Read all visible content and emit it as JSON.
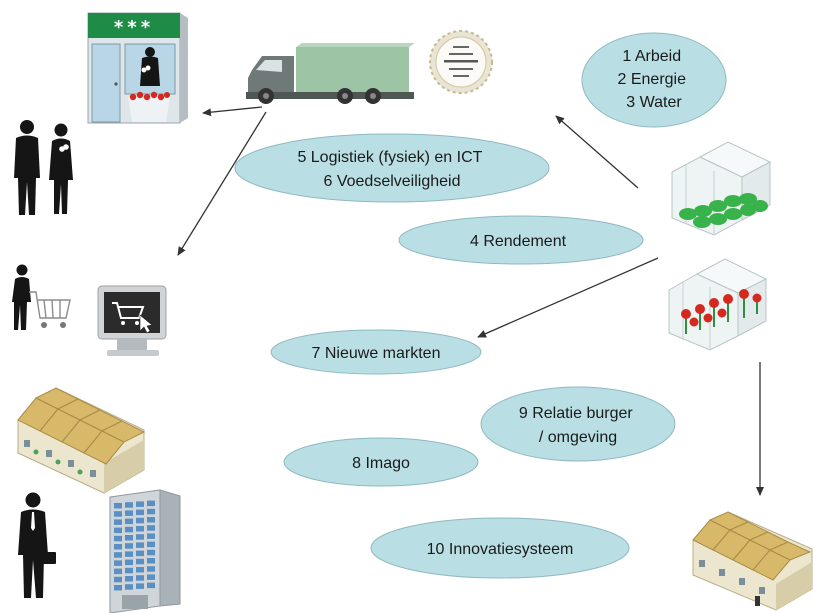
{
  "colors": {
    "ellipse_fill": "#b9dfe4",
    "ellipse_stroke": "#8fb8c0",
    "arrow": "#333333",
    "truck_cargo": "#9ec4a6",
    "truck_cab": "#6f7a78",
    "shop_green": "#1e8c47",
    "building_blue": "#5a8fc4",
    "house_roof": "#d8b96a",
    "plant_green": "#38b24a",
    "flower_red": "#d5281e",
    "person_dark": "#151515"
  },
  "shop_sign": "***",
  "ellipses": [
    {
      "id": "arbeid",
      "lines": [
        "1 Arbeid",
        "2 Energie",
        "3 Water"
      ]
    },
    {
      "id": "logistiek",
      "lines": [
        "5 Logistiek (fysiek) en ICT",
        "6 Voedselveiligheid"
      ]
    },
    {
      "id": "rendement",
      "lines": [
        "4 Rendement"
      ]
    },
    {
      "id": "markten",
      "lines": [
        "7 Nieuwe markten"
      ]
    },
    {
      "id": "relatie",
      "lines": [
        "9 Relatie burger",
        "/ omgeving"
      ]
    },
    {
      "id": "imago",
      "lines": [
        "8 Imago"
      ]
    },
    {
      "id": "innovatie",
      "lines": [
        "10 Innovatiesysteem"
      ]
    }
  ],
  "icons": [
    "flower-shop-icon",
    "truck-icon",
    "quality-seal-icon",
    "business-people-icon",
    "shopper-cart-icon",
    "webshop-monitor-icon",
    "row-houses-icon",
    "businessman-icon",
    "office-building-icon",
    "greenhouse-plants-icon",
    "greenhouse-flowers-icon",
    "row-houses-small-icon"
  ]
}
